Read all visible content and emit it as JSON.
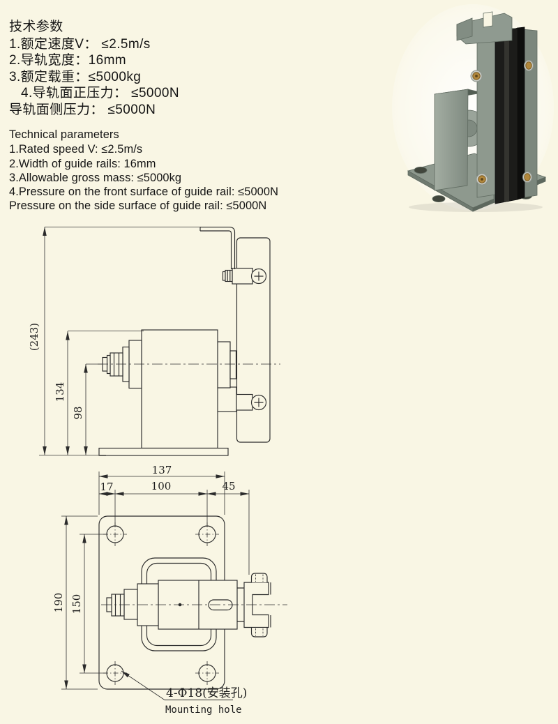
{
  "page": {
    "bg_color": "#f9f6e4",
    "line_color": "#2b2b2b"
  },
  "specs_cn": {
    "title": "技术参数",
    "lines": [
      "1.额定速度V： ≤2.5m/s",
      "2.导轨宽度：16mm",
      "3.额定载重：≤5000kg",
      "4.导轨面正压力： ≤5000N",
      "导轨面侧压力： ≤5000N"
    ]
  },
  "specs_en": {
    "title": "Technical parameters",
    "lines": [
      "1.Rated speed V: ≤2.5m/s",
      "2.Width of guide rails: 16mm",
      "3.Allowable gross mass: ≤5000kg",
      "4.Pressure on the front surface of guide rail: ≤5000N",
      "Pressure on the side surface of guide rail: ≤5000N"
    ]
  },
  "side_view": {
    "dim_overall_height": "(243)",
    "dim_body_height": "134",
    "dim_axis_height": "98"
  },
  "plan_view": {
    "dim_plate_width": "137",
    "dim_hole_edge_offset": "17",
    "dim_hole_spacing_h": "100",
    "dim_overhang": "45",
    "dim_plate_height": "190",
    "dim_hole_spacing_v": "150",
    "callout_holes_cn": "4-Φ18(安装孔)",
    "callout_holes_en": "Mounting hole"
  }
}
